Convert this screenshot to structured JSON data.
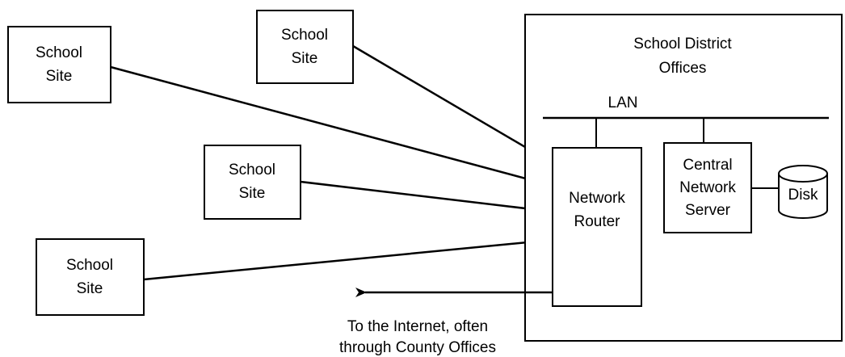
{
  "diagram": {
    "district": {
      "title_line1": "School District",
      "title_line2": "Offices"
    },
    "lan_label": "LAN",
    "router": {
      "line1": "Network",
      "line2": "Router"
    },
    "server": {
      "line1": "Central",
      "line2": "Network",
      "line3": "Server"
    },
    "disk_label": "Disk",
    "school_sites": [
      {
        "line1": "School",
        "line2": "Site"
      },
      {
        "line1": "School",
        "line2": "Site"
      },
      {
        "line1": "School",
        "line2": "Site"
      },
      {
        "line1": "School",
        "line2": "Site"
      }
    ],
    "internet": {
      "line1": "To the Internet, often",
      "line2": "through County Offices"
    }
  }
}
